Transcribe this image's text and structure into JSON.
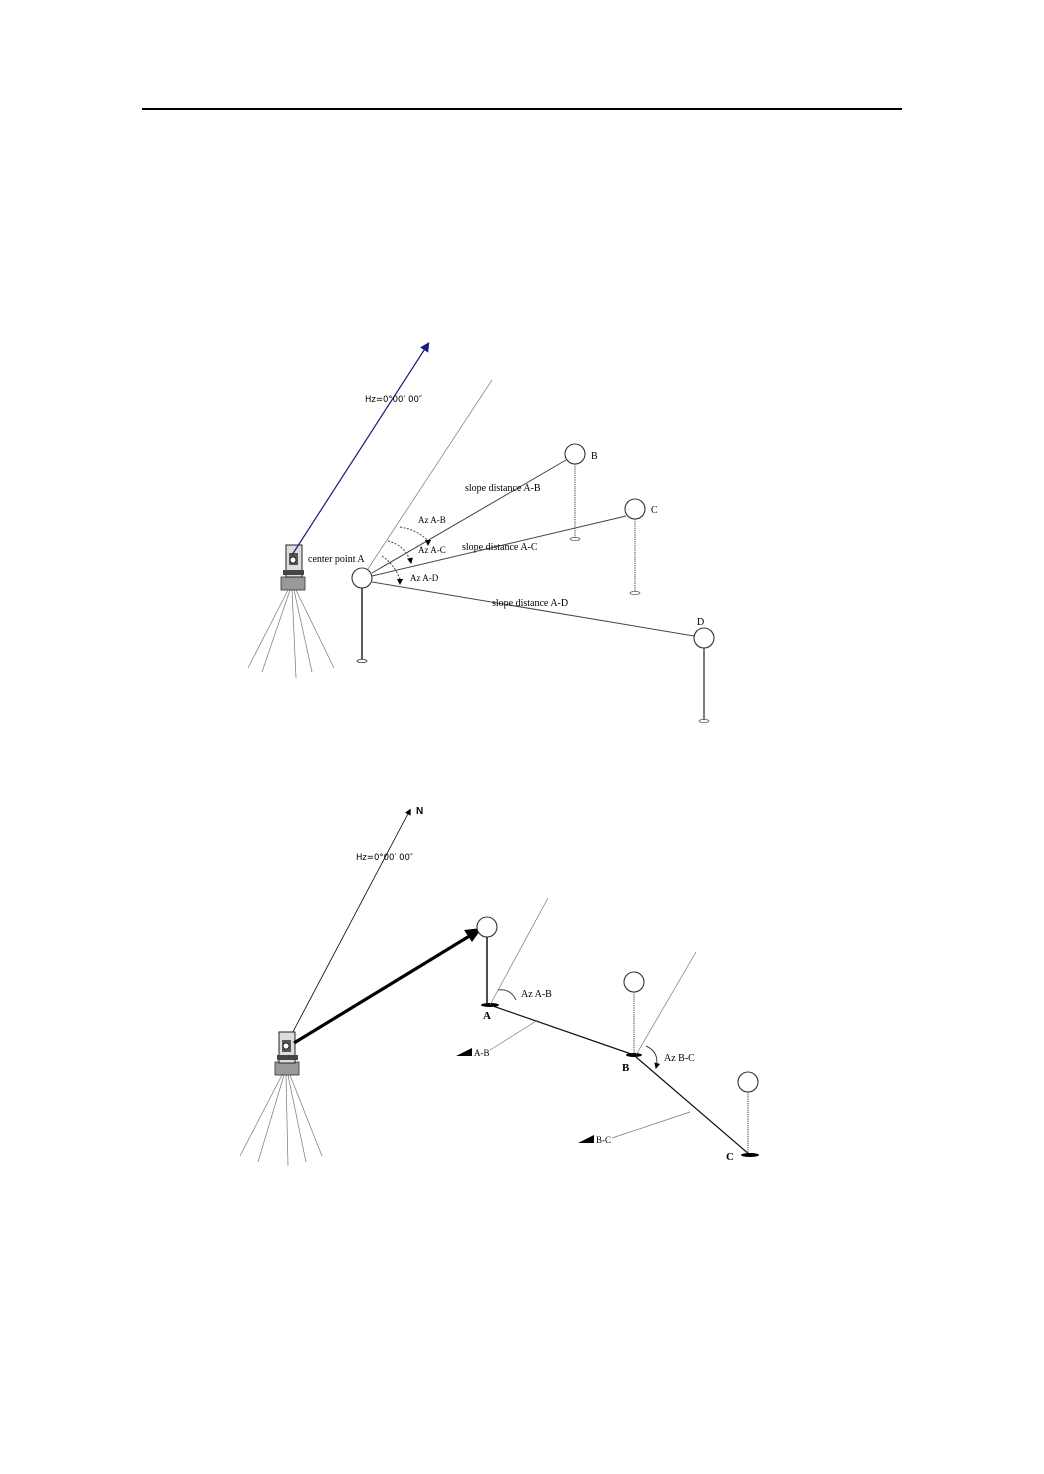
{
  "figure1": {
    "hz_label": "Hz=0°00′ 00″",
    "center_label": "center point A",
    "point_b": "B",
    "point_c": "C",
    "point_d": "D",
    "slope_ab": "slope distance A-B",
    "slope_ac": "slope distance A-C",
    "slope_ad": "slope distance A-D",
    "az_ab": "Az A-B",
    "az_ac": "Az A-C",
    "az_ad": "Az A-D",
    "arrow_color": "#1b1b7a"
  },
  "figure2": {
    "north_label": "N",
    "hz_label": "Hz=0°00′ 00″",
    "point_a": "A",
    "point_b": "B",
    "point_c": "C",
    "az_ab": "Az A-B",
    "az_bc": "Az B-C",
    "dist_ab": "A-B",
    "dist_bc": "B-C"
  }
}
